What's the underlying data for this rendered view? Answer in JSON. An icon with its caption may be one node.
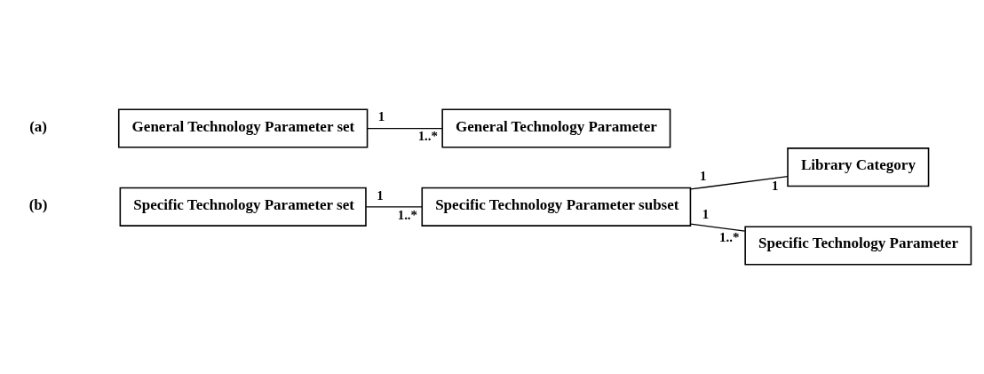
{
  "diagram": {
    "nodes": [
      {
        "text": [
          "General Technology Parameter set"
        ]
      },
      {
        "text": [
          "General Technology Parameter"
        ]
      },
      {
        "text": [
          "Specific Technology Parameter set"
        ]
      },
      {
        "text": [
          "Specific Technology Parameter subset"
        ]
      },
      {
        "text": [
          "Library Category"
        ]
      },
      {
        "text": [
          "Specific Technology Parameter"
        ]
      }
    ],
    "edges": [
      {
        "from": 0,
        "to": 1,
        "arrow": "none"
      },
      {
        "from": 2,
        "to": 3,
        "arrow": "none"
      },
      {
        "from": 3,
        "to": 4,
        "arrow": "none"
      },
      {
        "from": 3,
        "to": 5,
        "arrow": "none"
      }
    ],
    "labels": [
      "(a)",
      "1",
      "1..*",
      "(b)",
      "1",
      "1..*",
      "1",
      "1",
      "1",
      "1..*"
    ]
  }
}
